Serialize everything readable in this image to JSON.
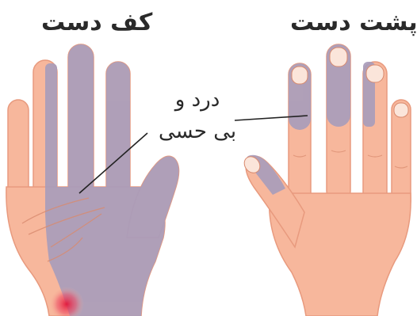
{
  "labels": {
    "palm_title": "کف دست",
    "back_title": "پشت دست",
    "symptom_line1": "درد و",
    "symptom_line2": "بی حسی"
  },
  "colors": {
    "skin": "#f7b79c",
    "skin_shadow": "#e89a7e",
    "skin_line": "#d98a6e",
    "numb_area": "#a99dbb",
    "nail": "#fbe5da",
    "pain_point": "#e3163a",
    "text": "#2a2a2a"
  }
}
